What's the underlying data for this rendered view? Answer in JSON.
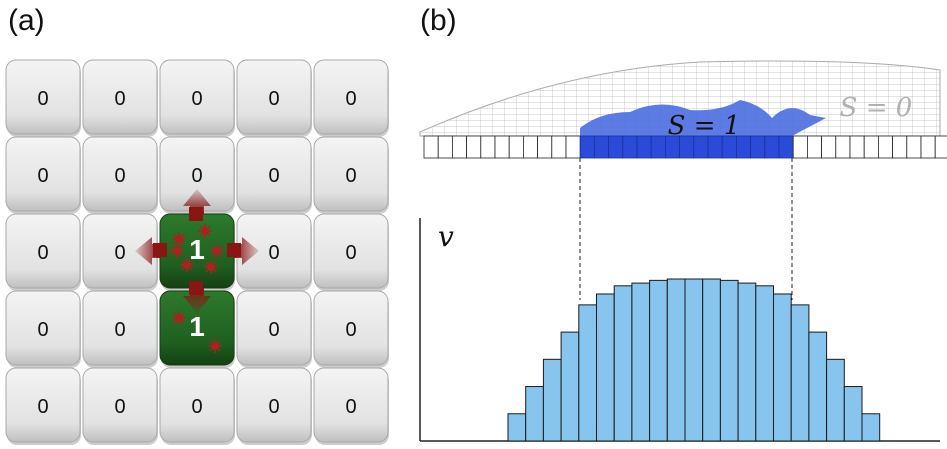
{
  "panel_a": {
    "label": "(a)",
    "grid": [
      [
        "0",
        "0",
        "0",
        "0",
        "0"
      ],
      [
        "0",
        "0",
        "0",
        "0",
        "0"
      ],
      [
        "0",
        "0",
        "1",
        "0",
        "0"
      ],
      [
        "0",
        "0",
        "1",
        "0",
        "0"
      ],
      [
        "0",
        "0",
        "0",
        "0",
        "0"
      ]
    ],
    "active_color": "#1f5f1f",
    "inactive_color": "#e6e6e6",
    "arrow_color": "#9b1c1c"
  },
  "panel_b": {
    "label": "(b)",
    "active_label": "S = 1",
    "inactive_label": "S = 0",
    "band_color": "#2a4bd7",
    "surface_color": "#4a6ee0",
    "axis_label": "v",
    "chart_data": {
      "type": "bar",
      "values": [
        1,
        2,
        3,
        4,
        5,
        5.4,
        5.7,
        5.8,
        5.9,
        5.95,
        5.95,
        5.95,
        5.9,
        5.8,
        5.7,
        5.4,
        5,
        4,
        3,
        2,
        1
      ],
      "ylabel": "v",
      "color": "#87c4ee"
    }
  }
}
